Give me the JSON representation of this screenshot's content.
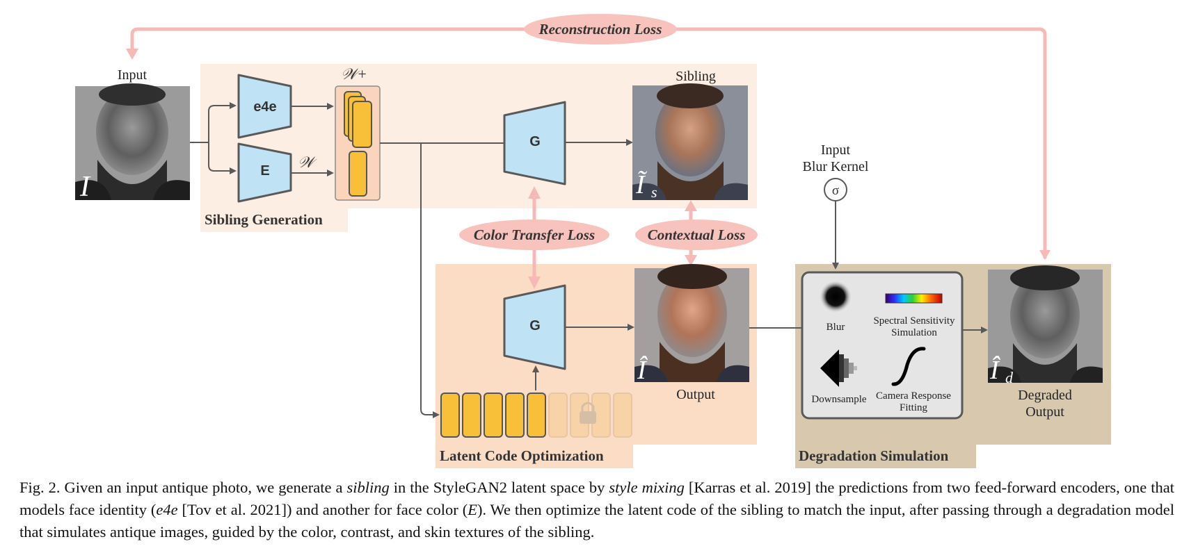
{
  "figure": {
    "input_label": "Input",
    "input_symbol": "I",
    "latent_wplus": "𝒲+",
    "latent_w": "𝒲",
    "enc_e4e": "e4e",
    "enc_e": "E",
    "gen_label": "G",
    "sibling_label": "Sibling",
    "sibling_symbol": "Ĩ",
    "sibling_sub": "s",
    "output_label": "Output",
    "output_symbol": "Î",
    "degraded_symbol": "Î",
    "degraded_sub": "d",
    "degraded_label_1": "Degraded",
    "degraded_label_2": "Output",
    "blur_kernel_1": "Input",
    "blur_kernel_2": "Blur Kernel",
    "sigma": "σ",
    "losses": {
      "reconstruction": "Reconstruction Loss",
      "color_transfer": "Color Transfer Loss",
      "contextual": "Contextual Loss"
    },
    "sections": {
      "sibling_generation": "Sibling Generation",
      "latent_optimization": "Latent Code Optimization",
      "degradation_simulation": "Degradation Simulation"
    },
    "degradation_ops": {
      "blur": "Blur",
      "spectral_1": "Spectral Sensitivity",
      "spectral_2": "Simulation",
      "downsample": "Downsample",
      "camera_1": "Camera Response",
      "camera_2": "Fitting"
    },
    "colors": {
      "loss_pink": "#f7b9b5",
      "loss_fill": "#f8c2bd",
      "sibling_bg": "#fdeee3",
      "latent_bg": "#fbdcc4",
      "degradation_bg": "#d8c8ad",
      "encoder_blue": "#bfe3f5",
      "latent_yellow": "#f8c038",
      "arrow_gray": "#595959"
    }
  },
  "caption": {
    "p1": "Fig. 2.  Given an input antique photo, we generate a ",
    "em1": "sibling",
    "p2": " in the StyleGAN2 latent space by ",
    "em2": "style mixing",
    "p3": " [Karras et al. 2019] the predictions from two feed-forward encoders, one that models face identity (",
    "em3": "e4e",
    "p4": " [Tov et al. 2021]) and another for face color (",
    "em4": "E",
    "p5": "). We then optimize the latent code of the sibling to match the input, after passing through a degradation model that simulates antique images, guided by the color, contrast, and skin textures of the sibling."
  }
}
